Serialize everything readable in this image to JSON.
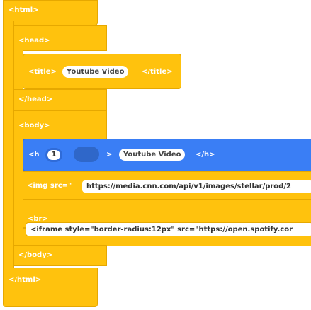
{
  "blocks": {
    "html_open": "<html>",
    "head_open": "<head>",
    "title_open": "<title>",
    "title_value": "Youtube Video",
    "title_close": "</title>",
    "head_close": "</head>",
    "body_open": "<body>",
    "h_open": "<h",
    "h_level": "1",
    "h_gt": ">",
    "h_value": "Youtube Video",
    "h_close": "</h>",
    "img_label": "<img src=\"",
    "img_src": "https://media.cnn.com/api/v1/images/stellar/prod/2",
    "br": "<br>",
    "iframe_text": "<iframe style=\"border-radius:12px\" src=\"https://open.spotify.cor",
    "body_close": "</body>",
    "html_close": "</html>"
  },
  "colors": {
    "html_block": "#ffc20d",
    "heading_block": "#3a7ef5"
  }
}
